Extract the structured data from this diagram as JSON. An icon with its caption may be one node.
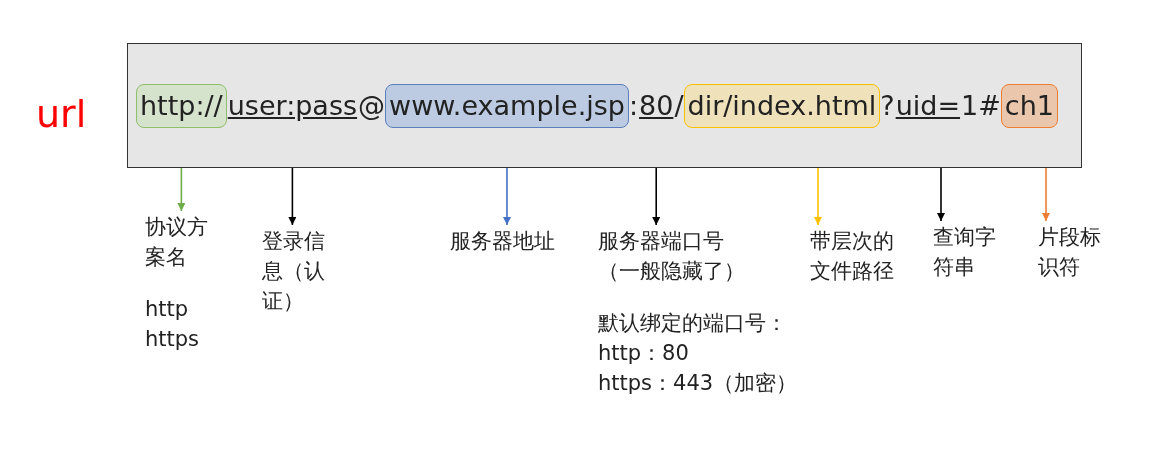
{
  "diagram": {
    "nodes": [
      {
        "text": [],
        "shape": "box"
      },
      {
        "text": [
          "http://"
        ],
        "in": 0
      },
      {
        "text": [
          "user:pass"
        ],
        "in": 0
      },
      {
        "text": [
          "www.example.jsp"
        ],
        "in": 0
      },
      {
        "text": [
          "80"
        ],
        "in": 0
      },
      {
        "text": [
          "dir/index.html"
        ],
        "in": 0
      },
      {
        "text": [
          "uid="
        ],
        "in": 0
      },
      {
        "text": [
          "ch1"
        ],
        "in": 0
      },
      {
        "text": [
          "协议方案名"
        ],
        "beside": [
          "http",
          "https"
        ]
      },
      {
        "text": [
          "登录信息（认证）"
        ]
      },
      {
        "text": [
          "服务器地址"
        ]
      },
      {
        "text": [
          "服务器端口号（一般隐藏了）"
        ],
        "beside": [
          "默认绑定的端口号：",
          "http：80",
          "https：443（加密）"
        ]
      },
      {
        "text": [
          "带层次的文件路径"
        ]
      },
      {
        "text": [
          "查询字符串"
        ]
      },
      {
        "text": [
          "片段标识符"
        ]
      }
    ],
    "edges": [
      {
        "from": 1,
        "to": 8,
        "arrow": "to",
        "color": "#70ad47"
      },
      {
        "from": 2,
        "to": 9,
        "arrow": "to"
      },
      {
        "from": 3,
        "to": 10,
        "arrow": "to",
        "color": "#4472c4"
      },
      {
        "from": 4,
        "to": 11,
        "arrow": "to"
      },
      {
        "from": 5,
        "to": 12,
        "arrow": "to",
        "color": "#ffc000"
      },
      {
        "from": 6,
        "to": 13,
        "arrow": "to"
      },
      {
        "from": 7,
        "to": 14,
        "arrow": "to",
        "color": "#ed7d31"
      }
    ],
    "labels": [
      "url",
      "@",
      ":",
      "/",
      "?",
      "1#"
    ]
  }
}
